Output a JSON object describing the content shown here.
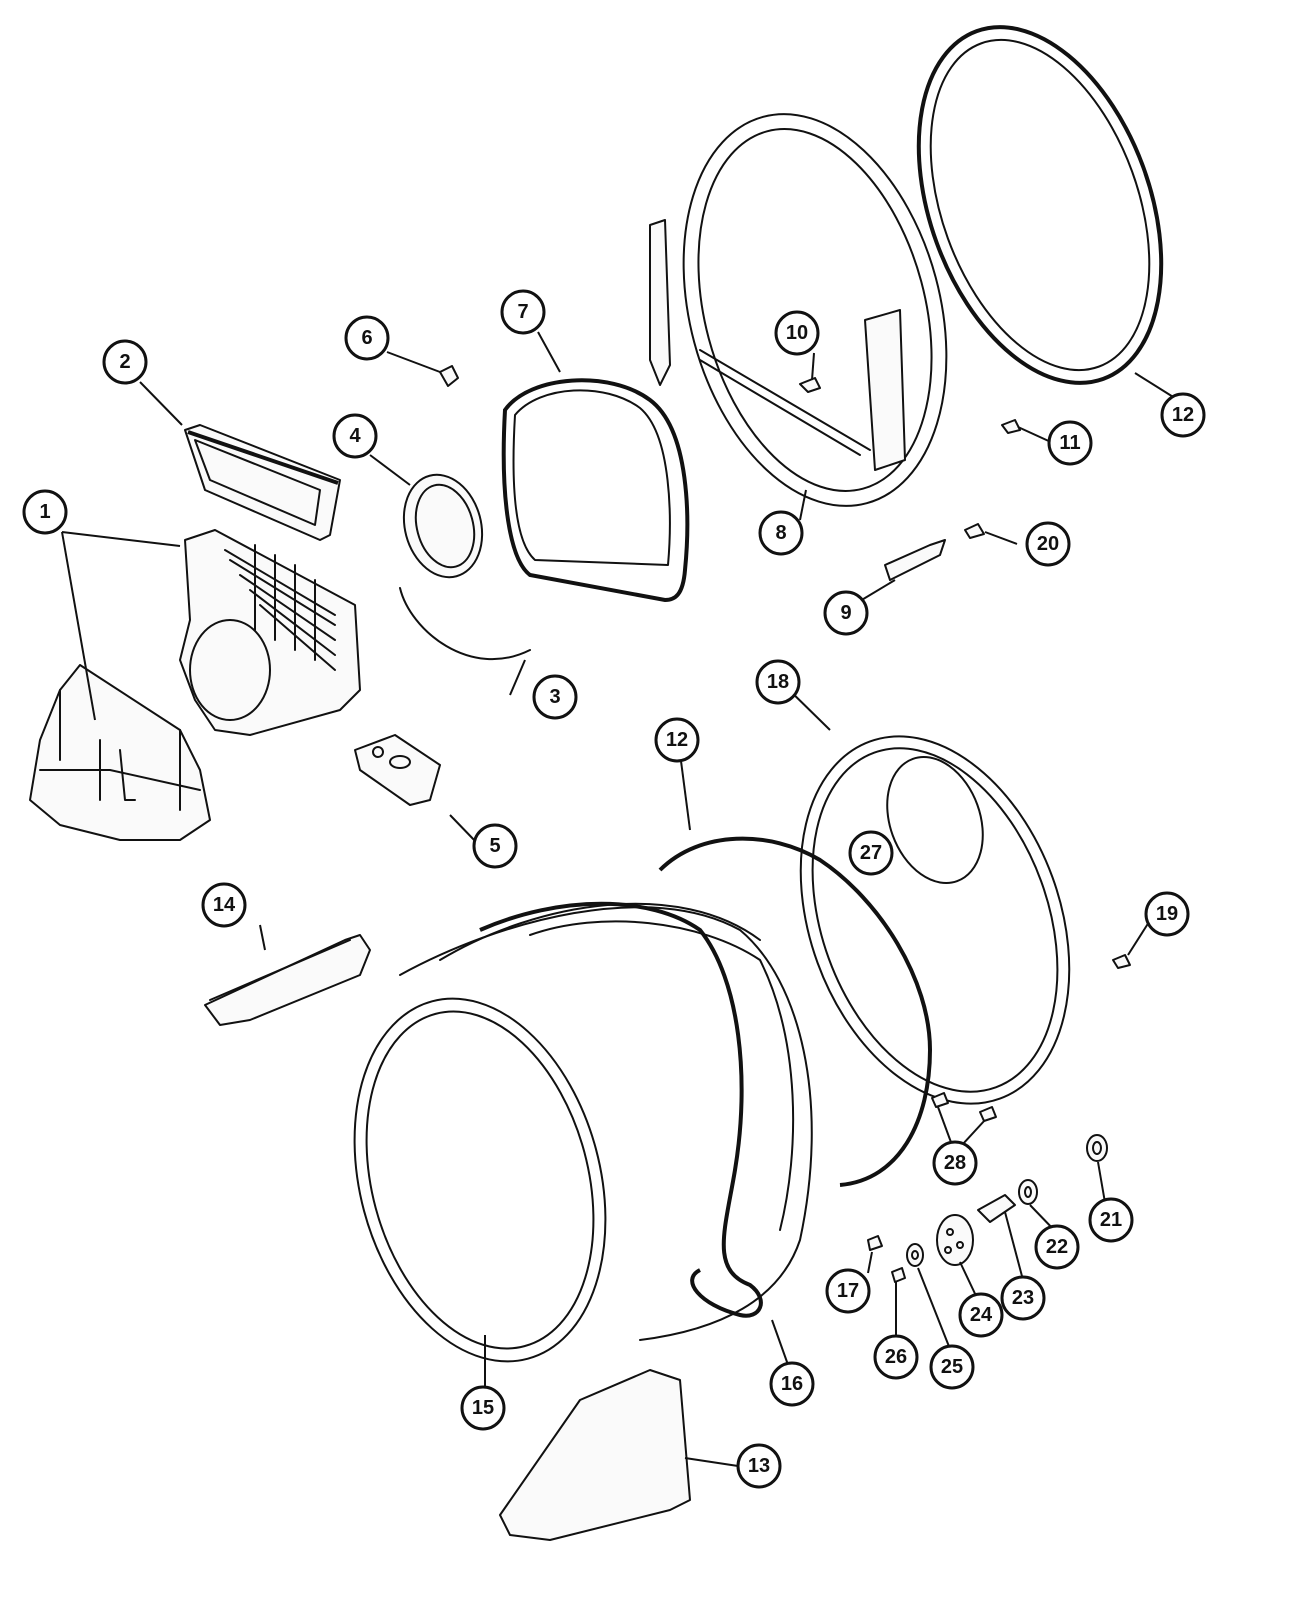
{
  "callouts": [
    {
      "id": "c1",
      "label": "1"
    },
    {
      "id": "c2",
      "label": "2"
    },
    {
      "id": "c3",
      "label": "3"
    },
    {
      "id": "c4",
      "label": "4"
    },
    {
      "id": "c5",
      "label": "5"
    },
    {
      "id": "c6",
      "label": "6"
    },
    {
      "id": "c7",
      "label": "7"
    },
    {
      "id": "c8",
      "label": "8"
    },
    {
      "id": "c9",
      "label": "9"
    },
    {
      "id": "c10",
      "label": "10"
    },
    {
      "id": "c11",
      "label": "11"
    },
    {
      "id": "c12a",
      "label": "12"
    },
    {
      "id": "c12b",
      "label": "12"
    },
    {
      "id": "c13",
      "label": "13"
    },
    {
      "id": "c14",
      "label": "14"
    },
    {
      "id": "c15",
      "label": "15"
    },
    {
      "id": "c16",
      "label": "16"
    },
    {
      "id": "c17",
      "label": "17"
    },
    {
      "id": "c18",
      "label": "18"
    },
    {
      "id": "c19",
      "label": "19"
    },
    {
      "id": "c20",
      "label": "20"
    },
    {
      "id": "c21",
      "label": "21"
    },
    {
      "id": "c22",
      "label": "22"
    },
    {
      "id": "c23",
      "label": "23"
    },
    {
      "id": "c24",
      "label": "24"
    },
    {
      "id": "c25",
      "label": "25"
    },
    {
      "id": "c26",
      "label": "26"
    },
    {
      "id": "c27",
      "label": "27"
    },
    {
      "id": "c28",
      "label": "28"
    }
  ],
  "colors": {
    "line": "#111111",
    "background": "#ffffff"
  }
}
